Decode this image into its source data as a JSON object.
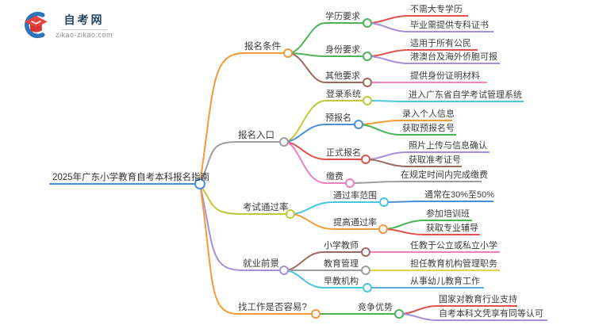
{
  "logo": {
    "title": "自考网",
    "domain": "zikao-zikao.com"
  },
  "palette": {
    "center_blue": "#4a90d9",
    "orange": "#f29b3b",
    "gray": "#9e9e9e",
    "olive": "#c0c93c",
    "purple": "#a78fd6",
    "green": "#4cb357",
    "brown": "#9d6a5f",
    "red": "#e0504d",
    "blue": "#4a90d9",
    "cyan": "#49c6de",
    "pink": "#f080c0",
    "yellow": "#e3d44f",
    "lightblue": "#5cabe0"
  },
  "mindmap": {
    "root": "2025年广东小学教育自考本科报名指南",
    "branches": [
      {
        "label": "报名条件",
        "children": [
          {
            "label": "学历要求",
            "children": [
              {
                "label": "不需大专学历"
              },
              {
                "label": "毕业需提供专科证书"
              }
            ]
          },
          {
            "label": "身份要求",
            "children": [
              {
                "label": "适用于所有公民"
              },
              {
                "label": "港澳台及海外侨胞可报"
              }
            ]
          },
          {
            "label": "其他要求",
            "children": [
              {
                "label": "提供身份证明材料"
              }
            ]
          }
        ]
      },
      {
        "label": "报名入口",
        "children": [
          {
            "label": "登录系统",
            "children": [
              {
                "label": "进入广东省自学考试管理系统"
              }
            ]
          },
          {
            "label": "预报名",
            "children": [
              {
                "label": "录入个人信息"
              },
              {
                "label": "获取预报名号"
              }
            ]
          },
          {
            "label": "正式报名",
            "children": [
              {
                "label": "照片上传与信息确认"
              },
              {
                "label": "获取准考证号"
              }
            ]
          },
          {
            "label": "缴费",
            "children": [
              {
                "label": "在规定时间内完成缴费"
              }
            ]
          }
        ]
      },
      {
        "label": "考试通过率",
        "children": [
          {
            "label": "通过率范围",
            "children": [
              {
                "label": "通常在30%至50%"
              }
            ]
          },
          {
            "label": "提高通过率",
            "children": [
              {
                "label": "参加培训班"
              },
              {
                "label": "获取专业辅导"
              }
            ]
          }
        ]
      },
      {
        "label": "就业前景",
        "children": [
          {
            "label": "小学教师",
            "children": [
              {
                "label": "任教于公立或私立小学"
              }
            ]
          },
          {
            "label": "教育管理",
            "children": [
              {
                "label": "担任教育机构管理职务"
              }
            ]
          },
          {
            "label": "早教机构",
            "children": [
              {
                "label": "从事幼儿教育工作"
              }
            ]
          }
        ]
      },
      {
        "label": "找工作是否容易?",
        "children": [
          {
            "label": "竞争优势",
            "children": [
              {
                "label": "国家对教育行业支持"
              },
              {
                "label": "自考本科文凭享有同等认可"
              }
            ]
          }
        ]
      }
    ]
  }
}
